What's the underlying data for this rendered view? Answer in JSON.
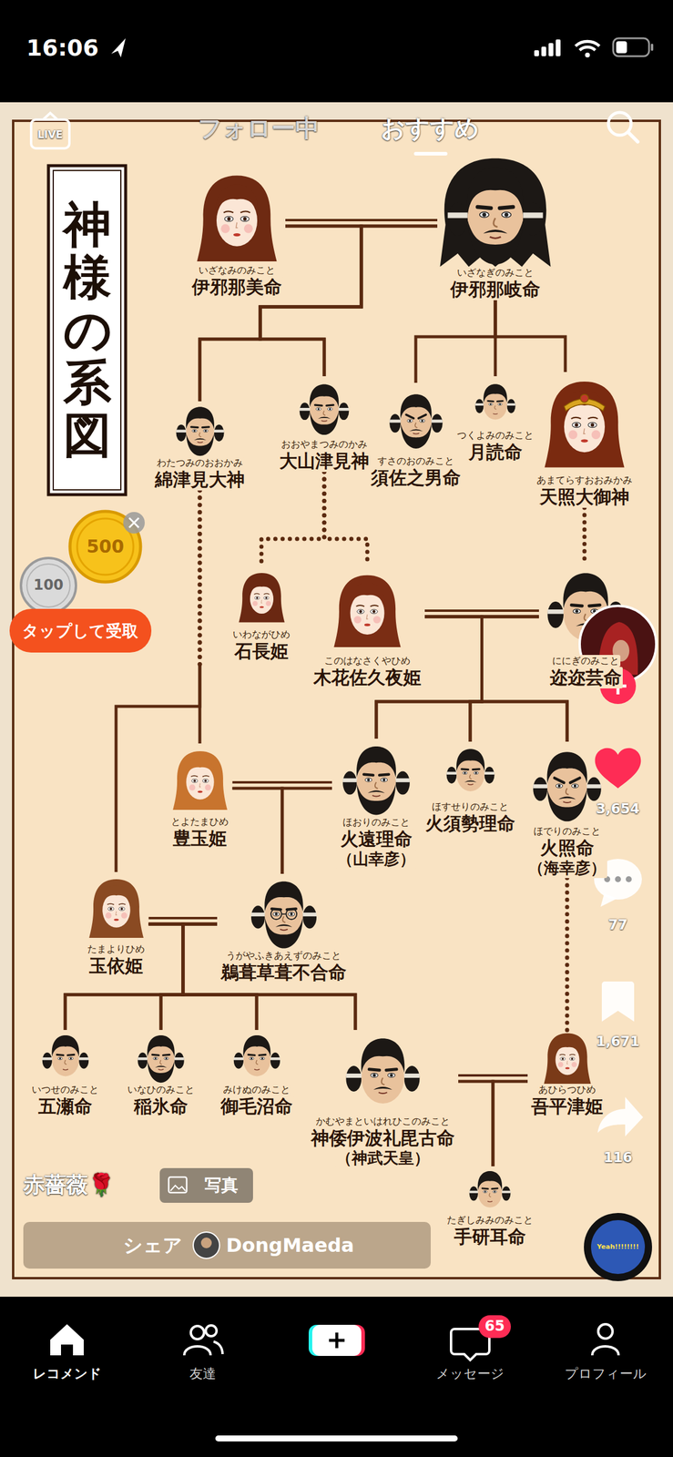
{
  "diagram": {
    "title": "神様の系図",
    "nodes": [
      {
        "text": [
          "いざなみのみこと",
          "伊邪那美命"
        ]
      },
      {
        "text": [
          "いざなぎのみこと",
          "伊邪那岐命"
        ]
      },
      {
        "text": [
          "わたつみのおおかみ",
          "綿津見大神"
        ]
      },
      {
        "text": [
          "おおやまつみのかみ",
          "大山津見神"
        ]
      },
      {
        "text": [
          "すさのおのみこと",
          "須佐之男命"
        ]
      },
      {
        "text": [
          "つくよみのみこと",
          "月読命"
        ]
      },
      {
        "text": [
          "あまてらすおおみかみ",
          "天照大御神"
        ]
      },
      {
        "text": [
          "いわながひめ",
          "石長姫"
        ]
      },
      {
        "text": [
          "このはなさくやひめ",
          "木花佐久夜姫"
        ]
      },
      {
        "text": [
          "ににぎのみこと",
          "迩迩芸命"
        ]
      },
      {
        "text": [
          "とよたまひめ",
          "豊玉姫"
        ]
      },
      {
        "text": [
          "ほおりのみこと",
          "火遠理命",
          "（山幸彦）"
        ]
      },
      {
        "text": [
          "ほすせりのみこと",
          "火須勢理命"
        ]
      },
      {
        "text": [
          "ほでりのみこと",
          "火照命",
          "（海幸彦）"
        ]
      },
      {
        "text": [
          "たまよりひめ",
          "玉依姫"
        ]
      },
      {
        "text": [
          "うがやふきあえずのみこと",
          "鵜葺草葺不合命"
        ]
      },
      {
        "text": [
          "いつせのみこと",
          "五瀬命"
        ]
      },
      {
        "text": [
          "いなひのみこと",
          "稲氷命"
        ]
      },
      {
        "text": [
          "みけぬのみこと",
          "御毛沼命"
        ]
      },
      {
        "text": [
          "かむやまといはれひこのみこと",
          "神倭伊波礼毘古命",
          "（神武天皇）"
        ]
      },
      {
        "text": [
          "あひらつひめ",
          "吾平津姫"
        ]
      },
      {
        "text": [
          "たぎしみみのみこと",
          "手研耳命"
        ]
      }
    ],
    "edges": [
      {
        "from": 0,
        "to": 1,
        "arrow": "none"
      },
      {
        "from": 0,
        "to": 2,
        "arrow": "none"
      },
      {
        "from": 1,
        "to": 2,
        "arrow": "none"
      },
      {
        "from": 0,
        "to": 3,
        "arrow": "none"
      },
      {
        "from": 1,
        "to": 3,
        "arrow": "none"
      },
      {
        "from": 1,
        "to": 4,
        "arrow": "none"
      },
      {
        "from": 1,
        "to": 5,
        "arrow": "none"
      },
      {
        "from": 1,
        "to": 6,
        "arrow": "none"
      },
      {
        "from": 3,
        "to": 7,
        "arrow": "none"
      },
      {
        "from": 3,
        "to": 8,
        "arrow": "none"
      },
      {
        "from": 6,
        "to": 9,
        "arrow": "none"
      },
      {
        "from": 8,
        "to": 9,
        "arrow": "none"
      },
      {
        "from": 8,
        "to": 11,
        "arrow": "none"
      },
      {
        "from": 9,
        "to": 11,
        "arrow": "none"
      },
      {
        "from": 8,
        "to": 12,
        "arrow": "none"
      },
      {
        "from": 9,
        "to": 12,
        "arrow": "none"
      },
      {
        "from": 8,
        "to": 13,
        "arrow": "none"
      },
      {
        "from": 9,
        "to": 13,
        "arrow": "none"
      },
      {
        "from": 2,
        "to": 10,
        "arrow": "none"
      },
      {
        "from": 2,
        "to": 14,
        "arrow": "none"
      },
      {
        "from": 10,
        "to": 11,
        "arrow": "none"
      },
      {
        "from": 10,
        "to": 15,
        "arrow": "none"
      },
      {
        "from": 11,
        "to": 15,
        "arrow": "none"
      },
      {
        "from": 14,
        "to": 15,
        "arrow": "none"
      },
      {
        "from": 14,
        "to": 16,
        "arrow": "none"
      },
      {
        "from": 15,
        "to": 16,
        "arrow": "none"
      },
      {
        "from": 14,
        "to": 17,
        "arrow": "none"
      },
      {
        "from": 15,
        "to": 17,
        "arrow": "none"
      },
      {
        "from": 14,
        "to": 18,
        "arrow": "none"
      },
      {
        "from": 15,
        "to": 18,
        "arrow": "none"
      },
      {
        "from": 14,
        "to": 19,
        "arrow": "none"
      },
      {
        "from": 15,
        "to": 19,
        "arrow": "none"
      },
      {
        "from": 13,
        "to": 20,
        "arrow": "none"
      },
      {
        "from": 19,
        "to": 20,
        "arrow": "none"
      },
      {
        "from": 19,
        "to": 21,
        "arrow": "none"
      },
      {
        "from": 20,
        "to": 21,
        "arrow": "none"
      }
    ],
    "labels": [
      "16:06",
      "LIVE",
      "フォロー中",
      "おすすめ",
      "500",
      "100",
      "タップして受取",
      "3,654",
      "77",
      "1,671",
      "116",
      "Yeah!!!!!!!!",
      "赤薔薇🌹",
      "写真",
      "シェア",
      "DongMaeda",
      "レコメンド",
      "友達",
      "65",
      "メッセージ",
      "プロフィール"
    ]
  }
}
